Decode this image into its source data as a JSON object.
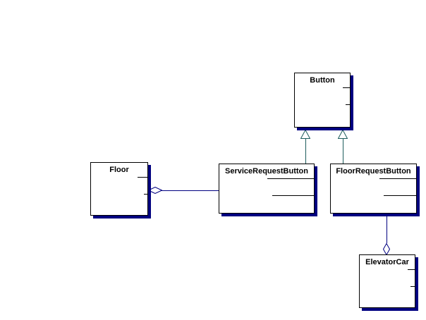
{
  "diagram": {
    "type": "uml-class-diagram",
    "classes": [
      {
        "id": "button",
        "name": "Button"
      },
      {
        "id": "floor",
        "name": "Floor"
      },
      {
        "id": "serviceRequestButton",
        "name": "ServiceRequestButton"
      },
      {
        "id": "floorRequestButton",
        "name": "FloorRequestButton"
      },
      {
        "id": "elevatorCar",
        "name": "ElevatorCar"
      }
    ],
    "relationships": [
      {
        "type": "generalization",
        "from": "ServiceRequestButton",
        "to": "Button"
      },
      {
        "type": "generalization",
        "from": "FloorRequestButton",
        "to": "Button"
      },
      {
        "type": "aggregation",
        "whole": "Floor",
        "part": "ServiceRequestButton"
      },
      {
        "type": "aggregation",
        "whole": "ElevatorCar",
        "part": "FloorRequestButton"
      }
    ],
    "icons": {
      "generalization_marker": "open-triangle",
      "aggregation_marker": "open-diamond"
    },
    "colors": {
      "background": "#ffffff",
      "box_fill": "#ffffff",
      "box_border": "#000000",
      "box_shadow": "#000080",
      "association_line": "#000080",
      "generalization_line": "#1d5c5c",
      "title_text": "#000000"
    }
  }
}
